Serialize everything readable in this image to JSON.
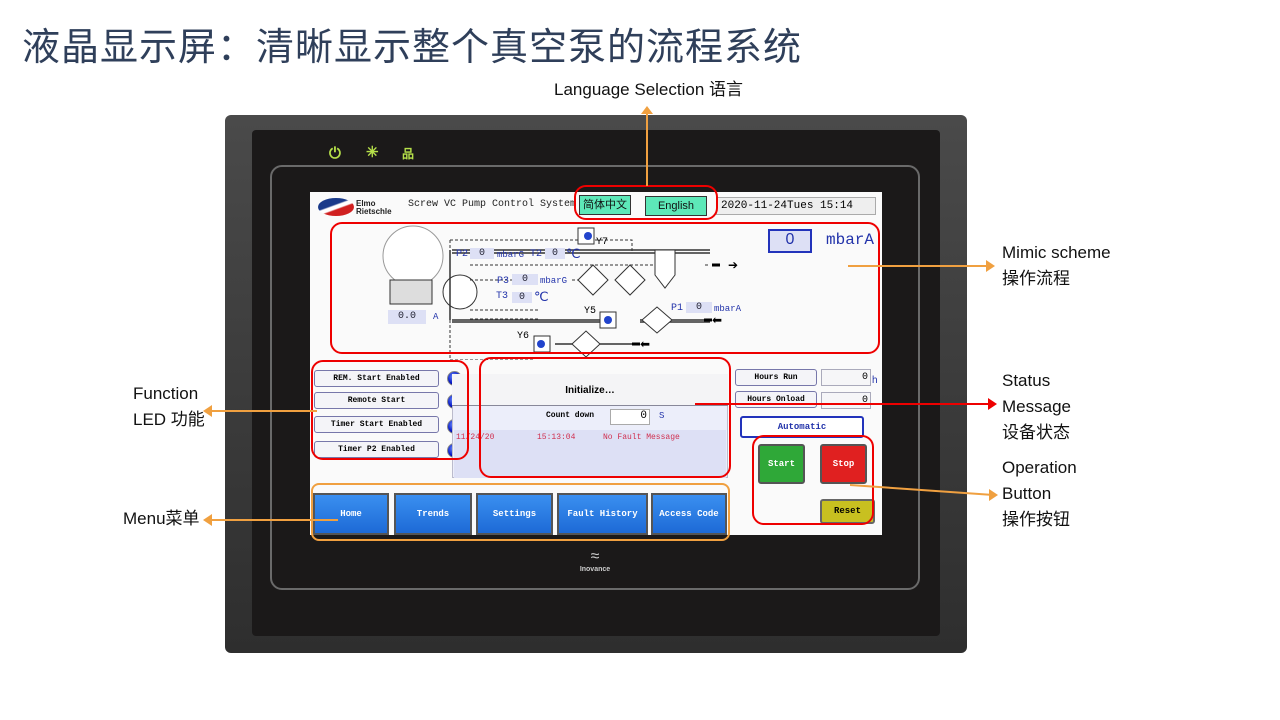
{
  "slide": {
    "title": "液晶显示屏：清晰显示整个真空泵的流程系统"
  },
  "annotations": {
    "language": "Language Selection 语言",
    "mimic_en": "Mimic scheme",
    "mimic_cn": "操作流程",
    "status_1": "Status",
    "status_2": "Message",
    "status_3": "设备状态",
    "operation_1": "Operation",
    "operation_2": "Button",
    "operation_3": "操作按钮",
    "function_1": "Function",
    "function_2": "LED 功能",
    "menu": "Menu菜单"
  },
  "device": {
    "brand": "Inovance",
    "status_icons": [
      "power-icon",
      "snowflake-icon",
      "network-icon"
    ]
  },
  "hmi": {
    "logo_line1": "Elmo",
    "logo_line2": "Rietschle",
    "system_title": "Screw VC Pump Control System",
    "lang_cn": "简体中文",
    "lang_en": "English",
    "datetime": "2020-11-24Tues 15:14",
    "mimic": {
      "main_pressure": "0",
      "main_unit": "mbarA",
      "p2_label": "P2",
      "p2_value": "0",
      "p2_unit": "mbarG",
      "t2_label": "T2",
      "t2_value": "0",
      "t2_unit": "℃",
      "p3_label": "P3",
      "p3_value": "0",
      "p3_unit": "mbarG",
      "t3_label": "T3",
      "t3_value": "0",
      "t3_unit": "℃",
      "p1_label": "P1",
      "p1_value": "0",
      "p1_unit": "mbarA",
      "current_value": "0.0",
      "current_unit": "A",
      "valves": [
        "Y7",
        "Y5",
        "Y6"
      ]
    },
    "functions": [
      "REM. Start Enabled",
      "Remote Start",
      "Timer Start Enabled",
      "Timer P2 Enabled"
    ],
    "status": {
      "message": "Initialize…",
      "countdown_label": "Count down",
      "countdown_value": "0",
      "countdown_unit": "S",
      "log": {
        "date": "11/24/20",
        "time": "15:13:04",
        "text": "No Fault Message"
      }
    },
    "hours_run_label": "Hours Run",
    "hours_run_value": "0",
    "hours_unit": "h",
    "hours_unload_label": "Hours Onload",
    "hours_unload_value": "0",
    "mode": "Automatic",
    "start": "Start",
    "stop": "Stop",
    "reset": "Reset",
    "menu": [
      "Home",
      "Trends",
      "Settings",
      "Fault History",
      "Access Code"
    ]
  },
  "colors": {
    "start": "#2fa838",
    "stop": "#e02020",
    "reset": "#c8c020",
    "menu": "#2a7de6",
    "annot_red": "#e00000",
    "annot_orange": "#f0a040"
  }
}
